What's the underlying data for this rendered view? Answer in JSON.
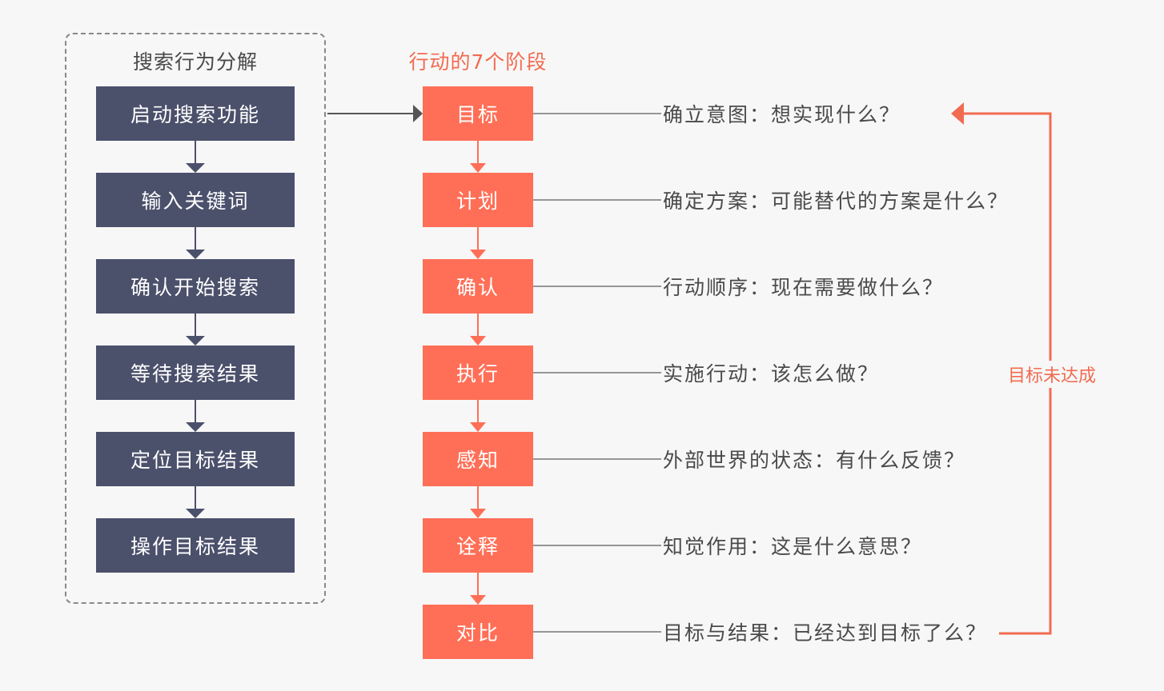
{
  "left_group": {
    "title": "搜索行为分解",
    "steps": [
      "启动搜索功能",
      "输入关键词",
      "确认开始搜索",
      "等待搜索结果",
      "定位目标结果",
      "操作目标结果"
    ]
  },
  "stages": {
    "title": "行动的7个阶段",
    "items": [
      {
        "label": "目标",
        "desc": "确立意图：想实现什么？"
      },
      {
        "label": "计划",
        "desc": "确定方案：可能替代的方案是什么？"
      },
      {
        "label": "确认",
        "desc": "行动顺序：现在需要做什么？"
      },
      {
        "label": "执行",
        "desc": "实施行动：该怎么做？"
      },
      {
        "label": "感知",
        "desc": "外部世界的状态：有什么反馈？"
      },
      {
        "label": "诠释",
        "desc": "知觉作用：这是什么意思？"
      },
      {
        "label": "对比",
        "desc": "目标与结果：已经达到目标了么？"
      }
    ]
  },
  "loop": {
    "label": "目标未达成"
  },
  "colors": {
    "step_fill": "#4b506b",
    "stage_fill": "#ff6f57",
    "accent": "#f26b50",
    "background": "#f7f7f7"
  }
}
